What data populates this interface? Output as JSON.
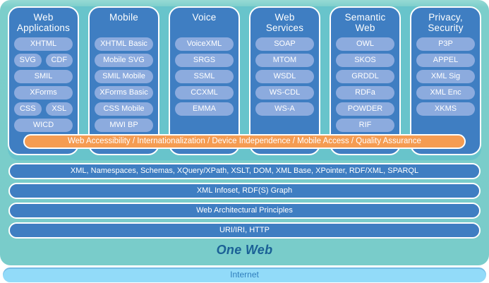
{
  "diagram": {
    "columns": [
      {
        "title": "Web Applications",
        "rows": [
          [
            "XHTML"
          ],
          [
            "SVG",
            "CDF"
          ],
          [
            "SMIL"
          ],
          [
            "XForms"
          ],
          [
            "CSS",
            "XSL"
          ],
          [
            "WICD"
          ]
        ]
      },
      {
        "title": "Mobile",
        "rows": [
          [
            "XHTML Basic"
          ],
          [
            "Mobile SVG"
          ],
          [
            "SMIL Mobile"
          ],
          [
            "XForms Basic"
          ],
          [
            "CSS Mobile"
          ],
          [
            "MWI BP"
          ]
        ]
      },
      {
        "title": "Voice",
        "rows": [
          [
            "VoiceXML"
          ],
          [
            "SRGS"
          ],
          [
            "SSML"
          ],
          [
            "CCXML"
          ],
          [
            "EMMA"
          ]
        ]
      },
      {
        "title": "Web Services",
        "rows": [
          [
            "SOAP"
          ],
          [
            "MTOM"
          ],
          [
            "WSDL"
          ],
          [
            "WS-CDL"
          ],
          [
            "WS-A"
          ]
        ]
      },
      {
        "title": "Semantic Web",
        "rows": [
          [
            "OWL"
          ],
          [
            "SKOS"
          ],
          [
            "GRDDL"
          ],
          [
            "RDFa"
          ],
          [
            "POWDER"
          ],
          [
            "RIF"
          ]
        ]
      },
      {
        "title": "Privacy, Security",
        "rows": [
          [
            "P3P"
          ],
          [
            "APPEL"
          ],
          [
            "XML Sig"
          ],
          [
            "XML Enc"
          ],
          [
            "XKMS"
          ]
        ]
      }
    ],
    "activities_bar": "Web Accessibility / Internationalization / Device Independence / Mobile Access / Quality Assurance",
    "foundation_bars": [
      "XML, Namespaces, Schemas, XQuery/XPath, XSLT, DOM, XML Base, XPointer, RDF/XML, SPARQL",
      "XML Infoset, RDF(S) Graph",
      "Web Architectural Principles",
      "URI/IRI, HTTP"
    ],
    "one_web": "One Web",
    "internet": "Internet",
    "colors": {
      "container_teal": "#7CCECB",
      "panel_teal": "#68C4CB",
      "column_blue": "#3F7EC2",
      "pill_blue": "#8CABDE",
      "accent_orange": "#F59C52",
      "internet_blue": "#92DBF9",
      "one_web_text": "#1A6096"
    }
  }
}
